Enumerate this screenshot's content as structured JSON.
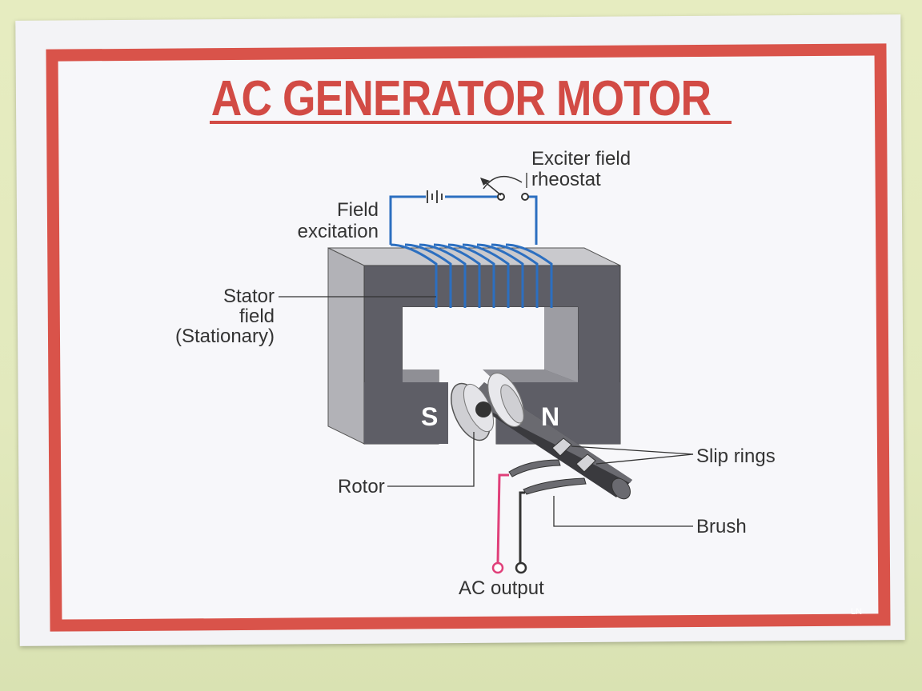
{
  "title": "AC GENERATOR MOTOR",
  "labels": {
    "exciter_line1": "Exciter field",
    "exciter_line2": "rheostat",
    "field_line1": "Field",
    "field_line2": "excitation",
    "stator_line1": "Stator",
    "stator_line2": "field",
    "stator_line3": "(Stationary)",
    "pole_s": "S",
    "pole_n": "N",
    "slip_rings": "Slip rings",
    "rotor": "Rotor",
    "brush": "Brush",
    "ac_output": "AC output",
    "corner_mark": "LN"
  },
  "colors": {
    "frame": "#d9534a",
    "title": "#d24b45",
    "coil": "#2c6fc0",
    "output_positive": "#e0407a",
    "output_negative": "#333333",
    "stator_dark": "#5e5e66",
    "stator_light": "#a5a5ab"
  }
}
